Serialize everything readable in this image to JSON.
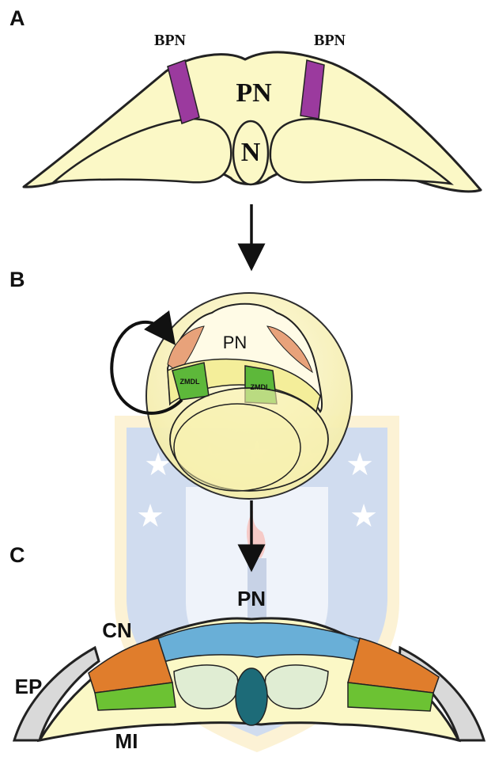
{
  "panels": {
    "a": {
      "letter": "A",
      "bpn_left": "BPN",
      "bpn_right": "BPN",
      "pn": "PN",
      "n": "N"
    },
    "b": {
      "letter": "B",
      "pn": "PN",
      "zmdl_left": "ZMDL",
      "zmdl_right": "ZMDL"
    },
    "c": {
      "letter": "C",
      "pn": "PN",
      "cn": "CN",
      "ep": "EP",
      "mi": "MI"
    }
  },
  "colors": {
    "tissue_yellow": "#fbf8c6",
    "bpn_purple": "#9b3a9e",
    "zmdl_green": "#5db83a",
    "crest_orange": "#e8a27a",
    "pn_blue": "#4fa2d9",
    "cn_orange": "#e07d2c",
    "mi_green": "#6cc233",
    "ep_gray": "#d9d9d9",
    "notochord_teal": "#1d6b78"
  },
  "watermark": "university-seal"
}
